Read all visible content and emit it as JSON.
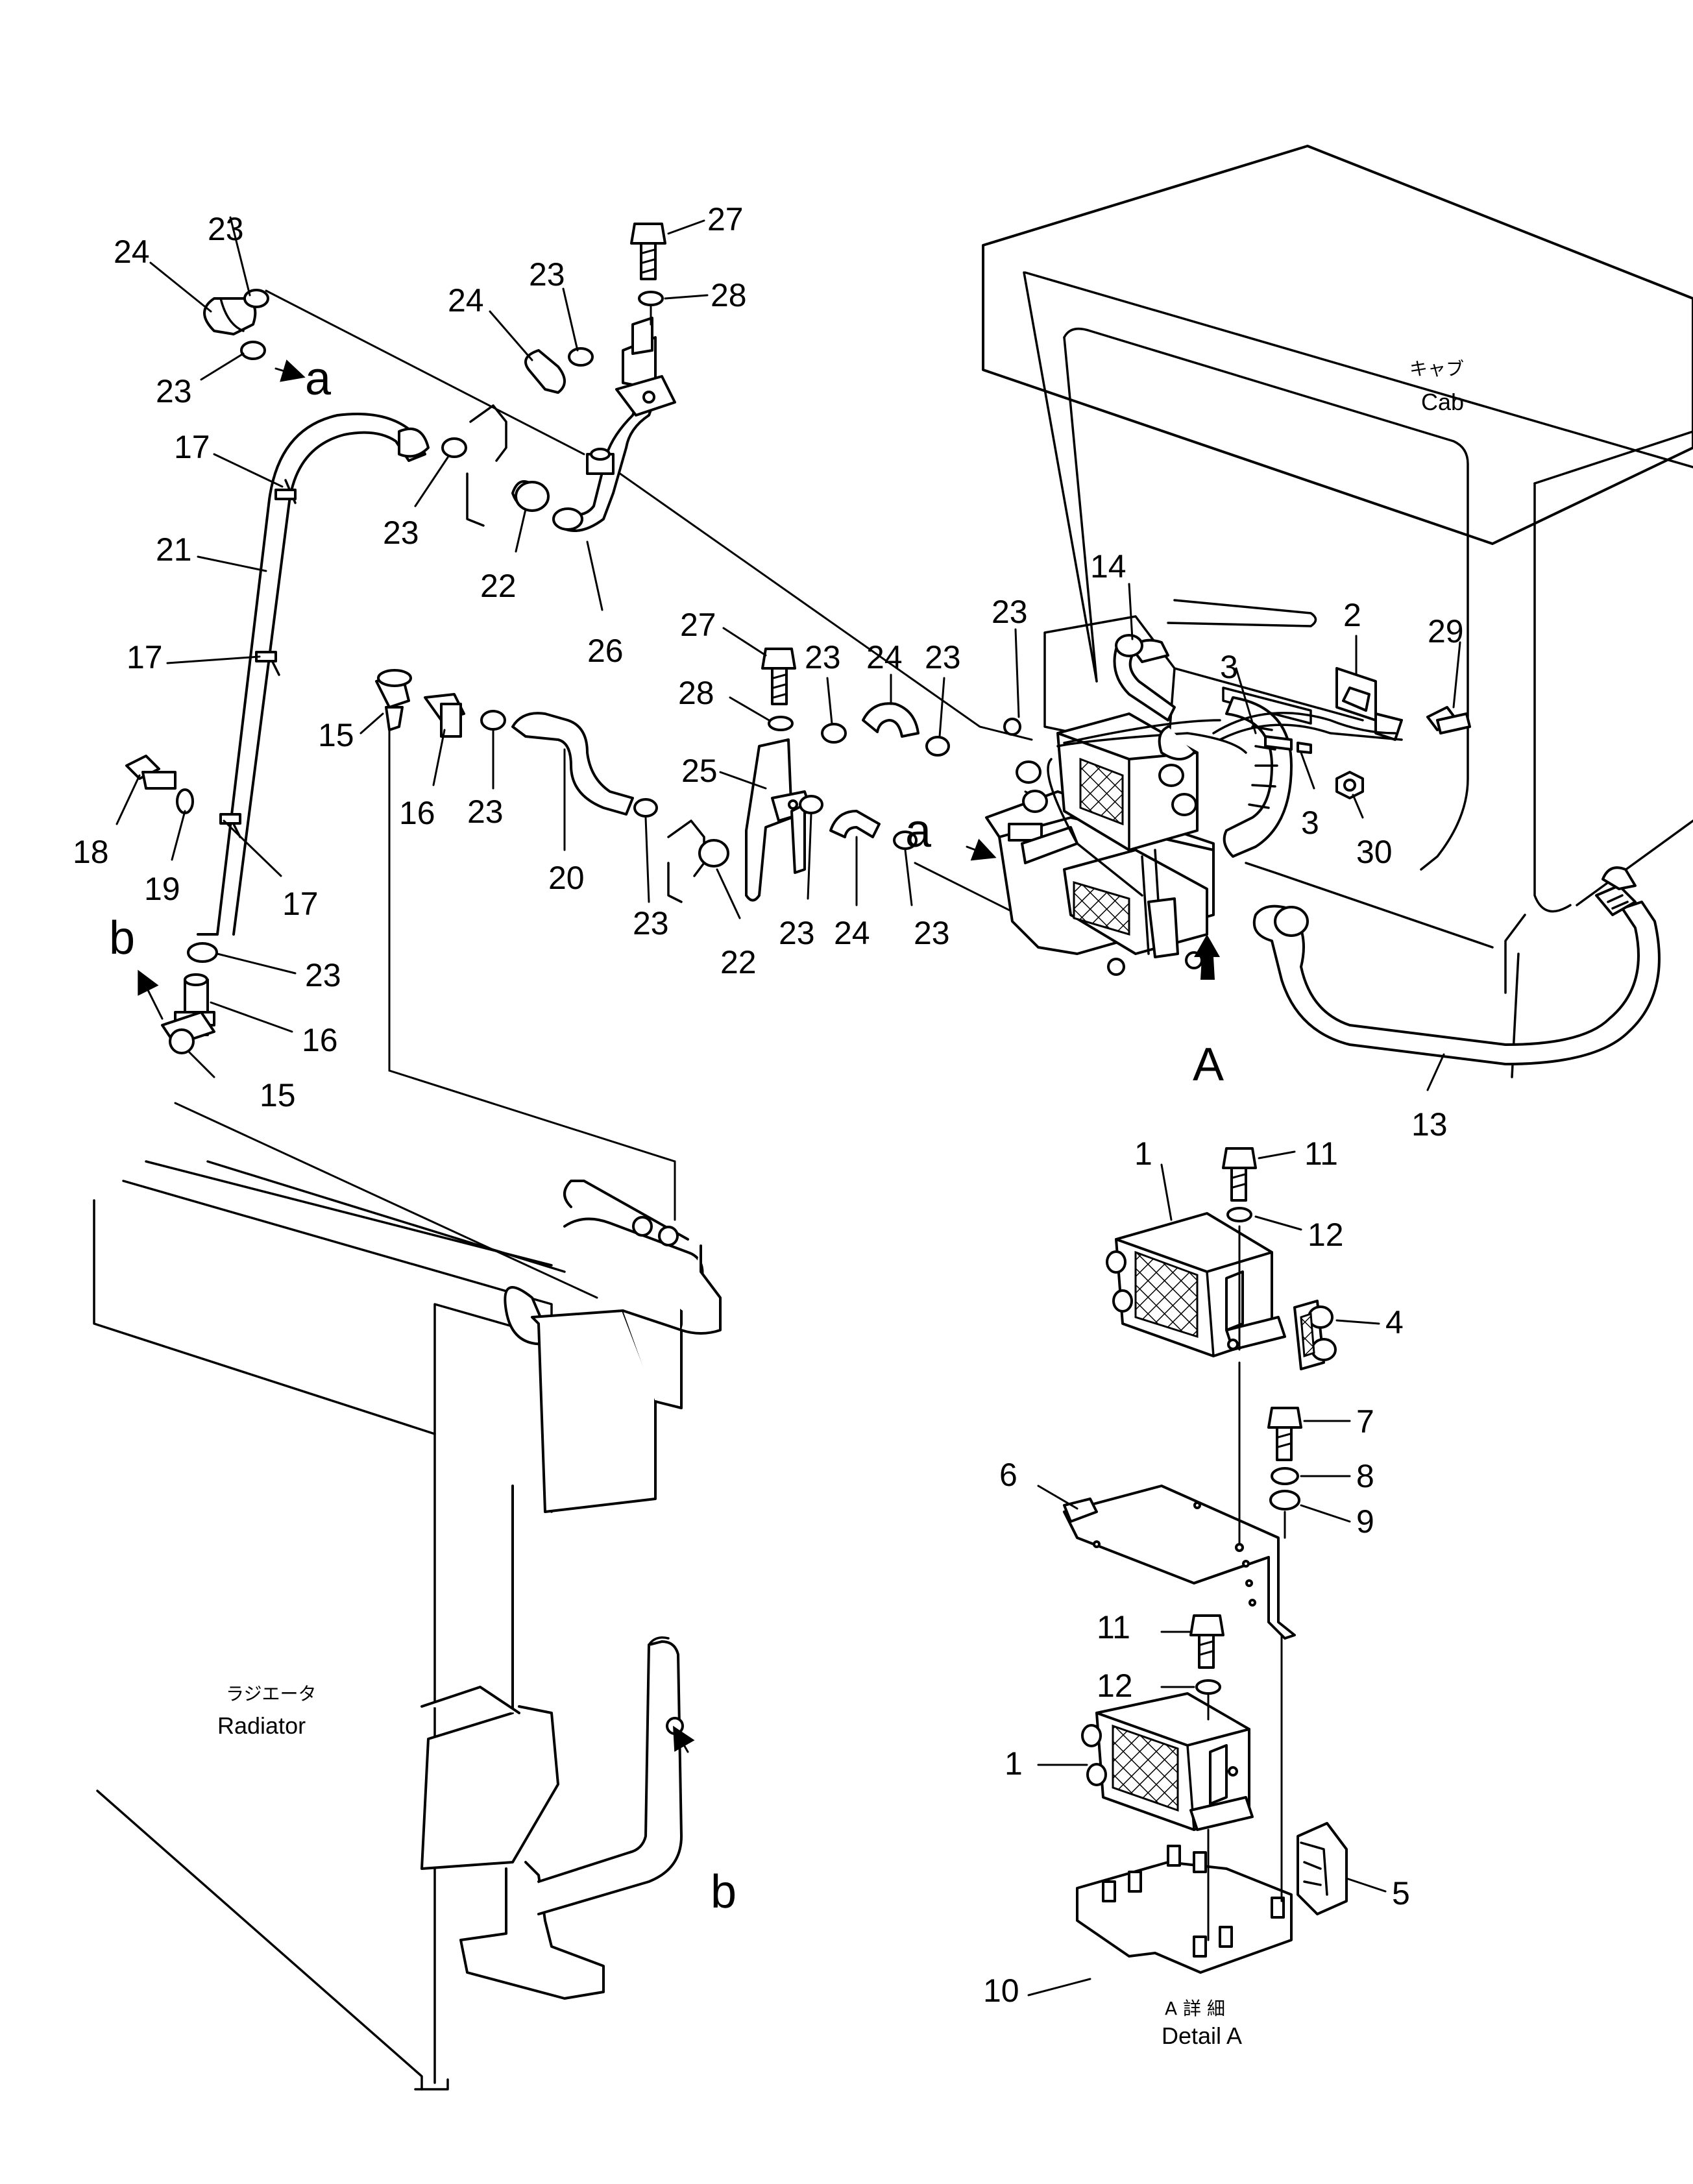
{
  "captions": {
    "cab_jp": "キャブ",
    "cab_en": "Cab",
    "radiator_jp": "ラジエータ",
    "radiator_en": "Radiator",
    "detail_jp": "A 詳 細",
    "detail_en": "Detail A"
  },
  "letters": {
    "a": "a",
    "b": "b",
    "A": "A"
  },
  "part_numbers": {
    "p1": "1",
    "p2": "2",
    "p3": "3",
    "p4": "4",
    "p5": "5",
    "p6": "6",
    "p7": "7",
    "p8": "8",
    "p9": "9",
    "p10": "10",
    "p11": "11",
    "p12": "12",
    "p13": "13",
    "p14": "14",
    "p15": "15",
    "p16": "16",
    "p17": "17",
    "p18": "18",
    "p19": "19",
    "p20": "20",
    "p21": "21",
    "p22": "22",
    "p23": "23",
    "p24": "24",
    "p25": "25",
    "p26": "26",
    "p27": "27",
    "p28": "28",
    "p29": "29",
    "p30": "30"
  }
}
